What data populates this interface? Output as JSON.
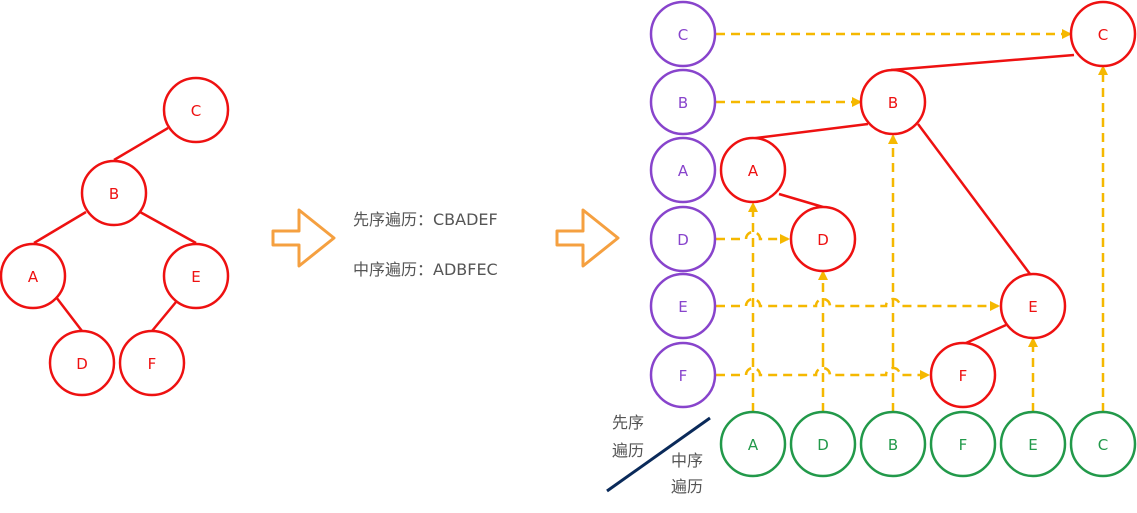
{
  "colors": {
    "tree": "#ee1111",
    "preorder": "#8844cc",
    "inorder": "#22994a",
    "guide": "#f5b800",
    "arrow": "#f5a040",
    "divider": "#0a2a5a"
  },
  "left_tree": {
    "nodes": [
      "C",
      "B",
      "A",
      "E",
      "D",
      "F"
    ]
  },
  "middle": {
    "preorder_label": "先序遍历：CBADEF",
    "inorder_label": "中序遍历：ADBFEC"
  },
  "right": {
    "preorder_sequence": [
      "C",
      "B",
      "A",
      "D",
      "E",
      "F"
    ],
    "inorder_sequence": [
      "A",
      "D",
      "B",
      "F",
      "E",
      "C"
    ],
    "preorder_axis_line1": "先序",
    "preorder_axis_line2": "遍历",
    "inorder_axis_line1": "中序",
    "inorder_axis_line2": "遍历",
    "tree_nodes": [
      "C",
      "B",
      "A",
      "D",
      "E",
      "F"
    ]
  },
  "arrow_icons": [
    "right-arrow-icon",
    "right-arrow-icon"
  ]
}
